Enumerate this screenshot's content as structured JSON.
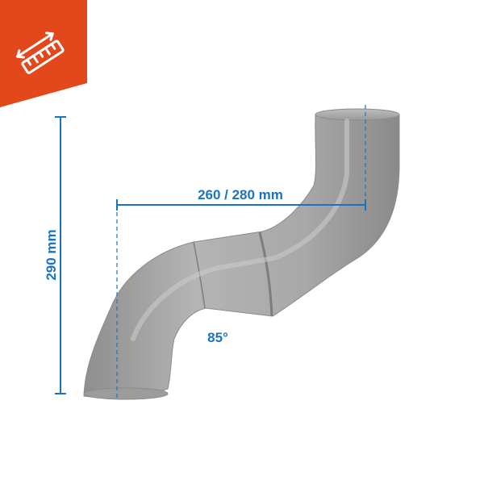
{
  "badge": {
    "icon": "ruler-measure-icon",
    "color": "#e2481b",
    "icon_color": "#ffffff"
  },
  "product": {
    "color": "#a9a9a9"
  },
  "dimensions": {
    "color": "#1a73c0",
    "height_label": "290 mm",
    "offset_label": "260 / 280 mm",
    "angle_label": "85°"
  }
}
